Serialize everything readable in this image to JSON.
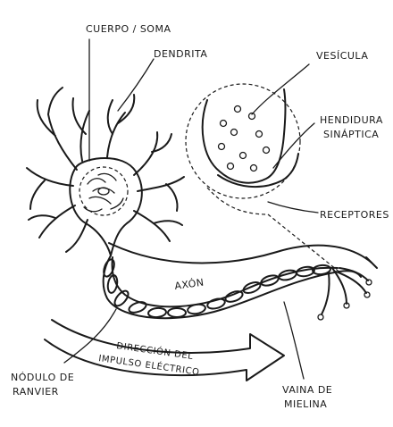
{
  "labels": {
    "cuerpo": "CUERPO / SOMA",
    "dendrita": "DENDRITA",
    "vesicula": "VESÍCULA",
    "hendidura_1": "HENDIDURA",
    "hendidura_2": "SINÁPTICA",
    "receptores": "RECEPTORES",
    "axon": "AXÓN",
    "direccion_1": "DIRECCIÓN DEL",
    "direccion_2": "IMPULSO ELÉCTRICO",
    "nodulo_1": "NÓDULO DE",
    "nodulo_2": "RANVIER",
    "vaina_1": "VAINA DE",
    "vaina_2": "MIELINA"
  }
}
